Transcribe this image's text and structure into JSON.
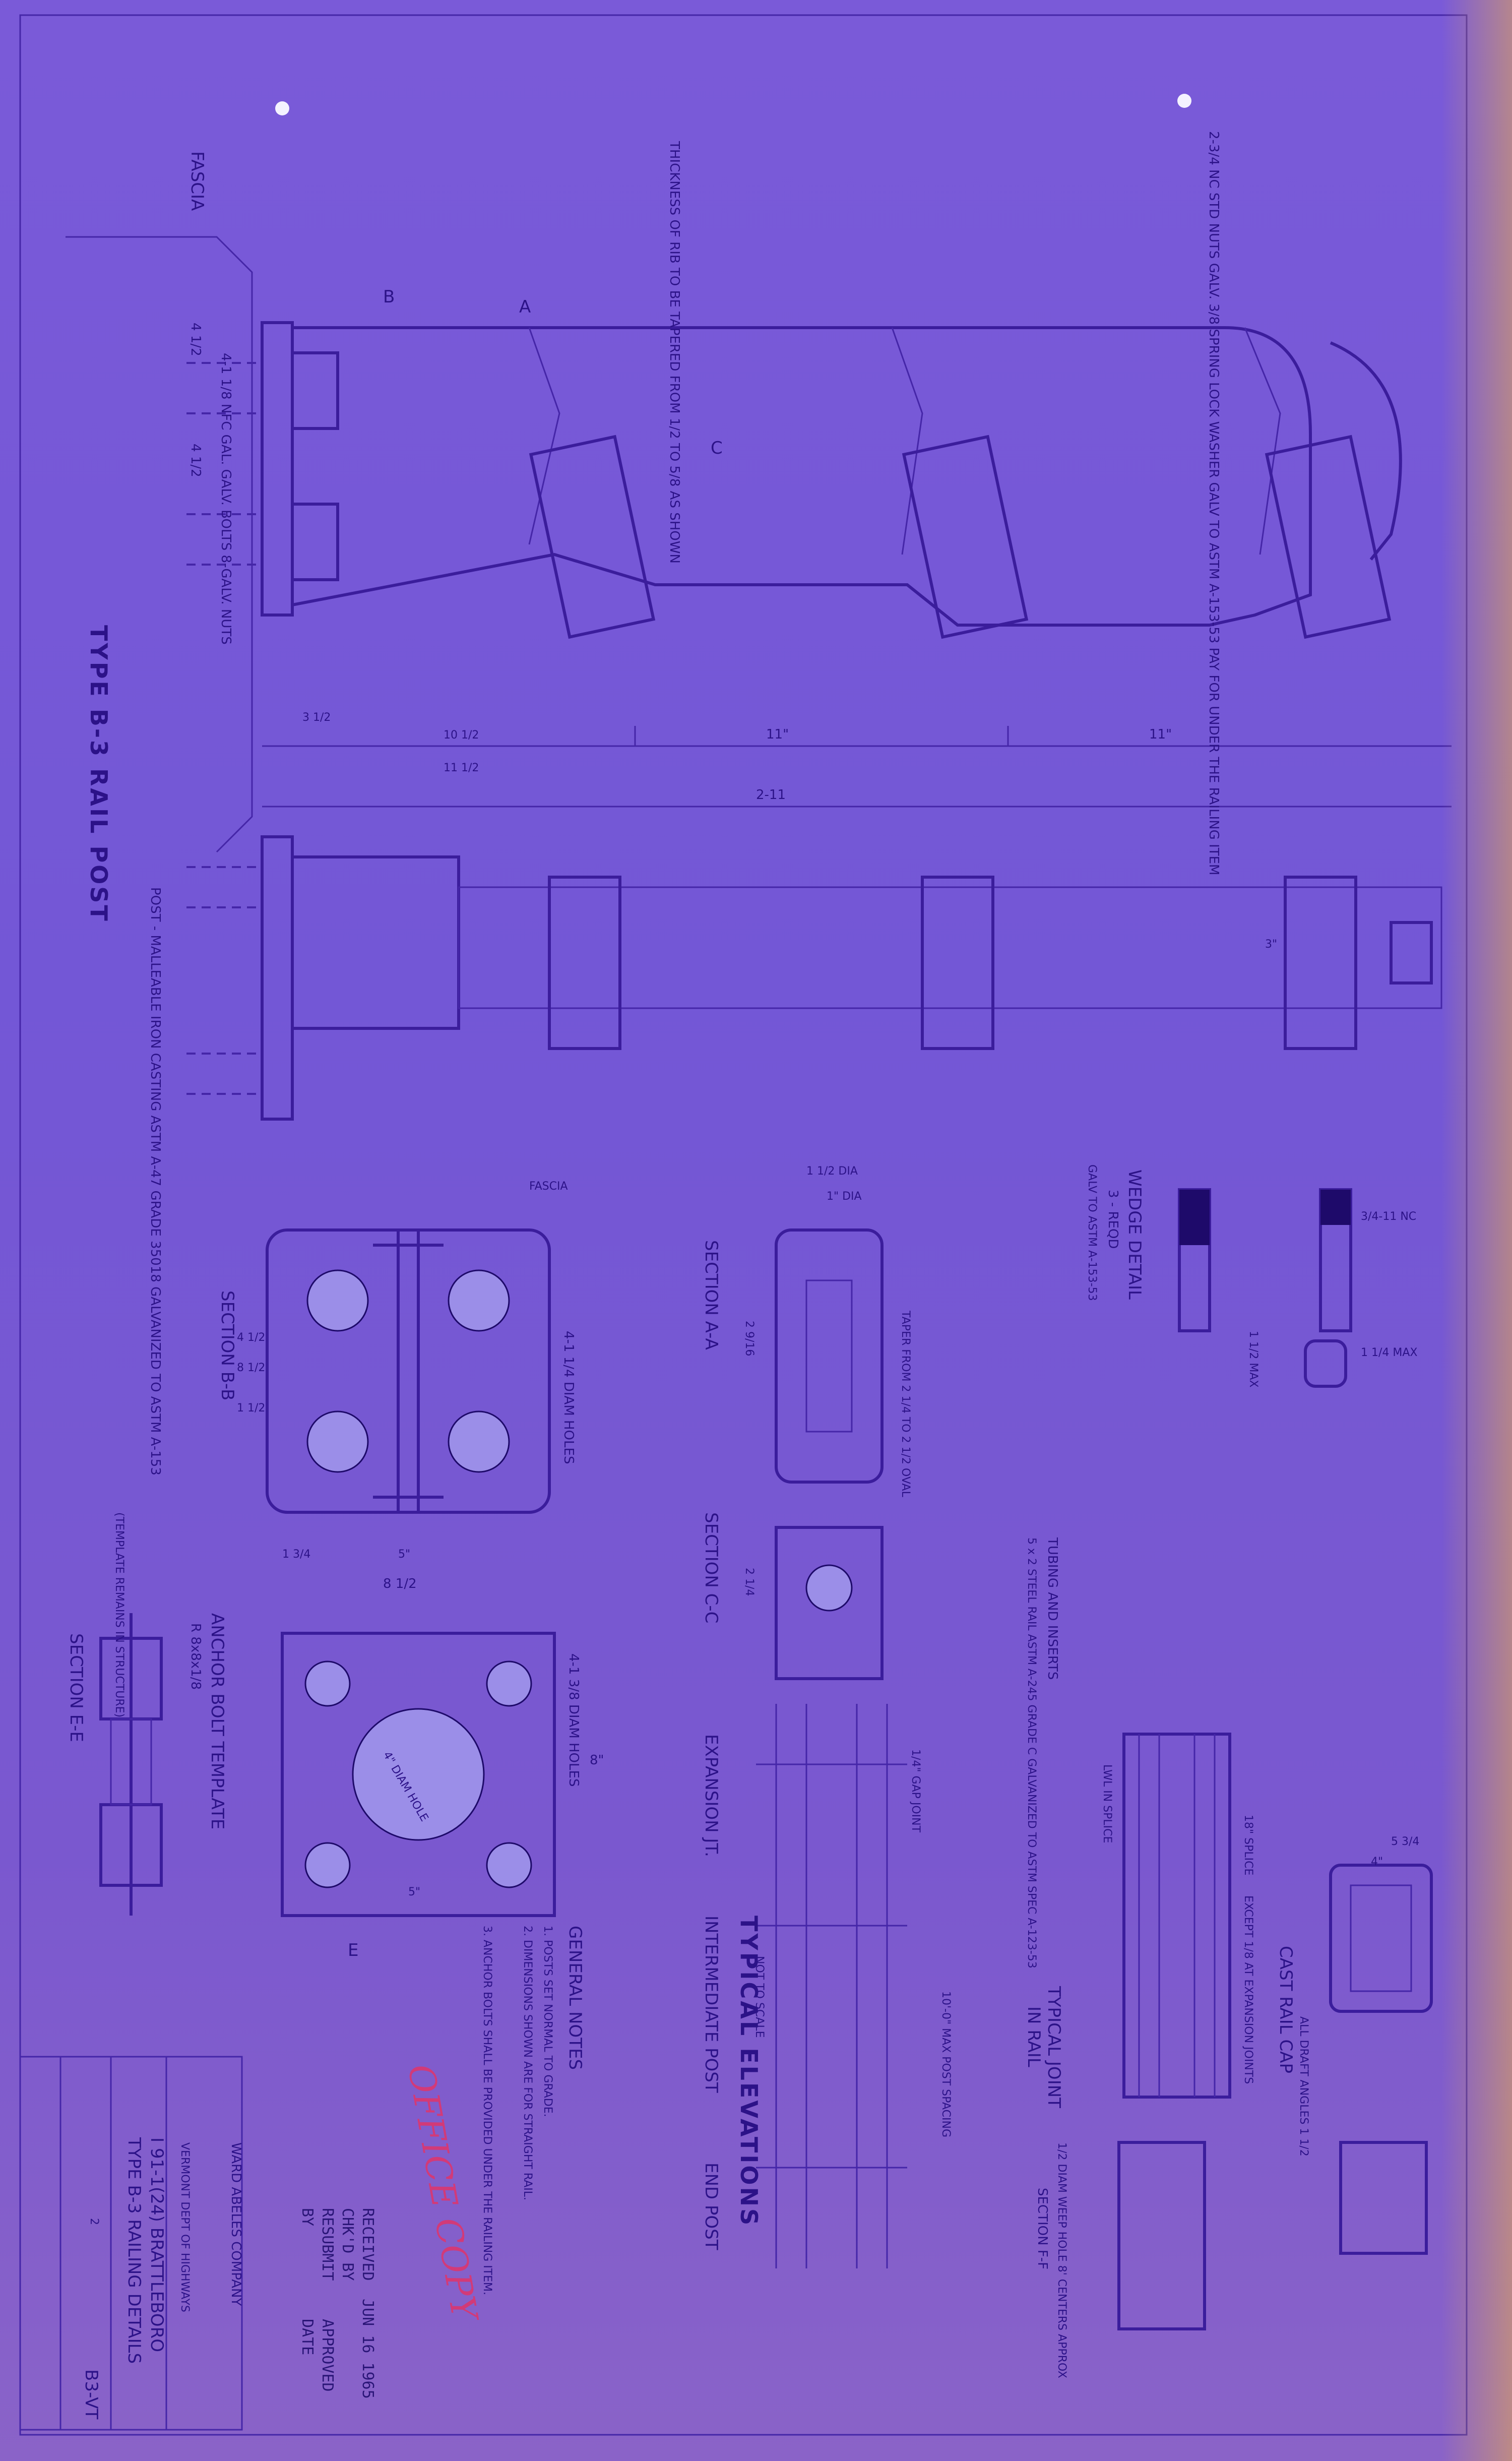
{
  "post_view": {
    "title": "TYPE B-3 RAIL POST",
    "fascia": "FASCIA",
    "anchor_bolts": "4-1 1/8 NFC GAL. GALV. BOLTS 8-GALV. NUTS",
    "dim_a": "4 1/2",
    "dim_b": "4 1/2",
    "rib_note": "THICKNESS OF RIB TO BE TAPERED FROM 1/2 TO 5/8 AS SHOWN",
    "nut_note": "2-3/4 NC STD NUTS GALV. 3/8 SPRING LOCK WASHER GALV TO ASTM A-153-53 PAY FOR UNDER THE RAILING ITEM",
    "overall": "2-11",
    "span1": "11\"",
    "span2": "11\"",
    "dim_10": "10 1/2",
    "dim_11": "11 1/2",
    "dim_35": "3 1/2",
    "sec_a": "A",
    "sec_b": "B",
    "sec_c": "C"
  },
  "elevation": {
    "note": "POST - MALLEABLE IRON CASTING ASTM A-47 GRADE 35018 GALVANIZED TO ASTM A-153",
    "dim_3": "3\""
  },
  "section_bb": {
    "title": "SECTION B-B",
    "holes": "4-1 1/4 DIAM HOLES",
    "fascia": "FASCIA",
    "w_total": "8 1/2",
    "w_mid": "5\"",
    "w_edge": "1 3/4",
    "h_total": "8 1/2",
    "h_a": "4 1/2",
    "h_b": "1 1/2"
  },
  "section_aa": {
    "title": "SECTION A-A",
    "dia1": "1 1/2 DIA",
    "dia2": "1\" DIA",
    "taper": "TAPER FROM 2 1/4 TO 2 1/2 OVAL",
    "dim": "2 9/16"
  },
  "section_cc": {
    "title": "SECTION C-C",
    "dim": "2 1/4"
  },
  "wedge": {
    "title": "WEDGE DETAIL",
    "qty": "3 - REQD",
    "spec": "GALV TO ASTM A-153-53",
    "nc": "3/4-11 NC",
    "max1": "1 1/2 MAX",
    "max2": "1 1/4 MAX"
  },
  "anchor_template": {
    "title": "ANCHOR BOLT TEMPLATE",
    "plate": "R 8x8x1/8",
    "holes": "4-1 3/8 DIAM HOLES",
    "center": "4\" DIAM HOLE",
    "w": "8\"",
    "mid": "5\"",
    "e": "E"
  },
  "section_ee": {
    "title": "SECTION E-E",
    "note": "(TEMPLATE REMAINS IN STRUCTURE)"
  },
  "tubing": {
    "title": "TUBING AND INSERTS",
    "spec": "5 x 2 STEEL RAIL ASTM A-245 GRADE C GALVANIZED TO ASTM SPEC A-123-53"
  },
  "typical_joint": {
    "title": "TYPICAL JOINT",
    "sub": "IN RAIL",
    "splice": "LWL IN SPLICE",
    "note": "EXCEPT 1/8 AT EXPANSION JOINTS",
    "splice2": "18\" SPLICE"
  },
  "cast_cap": {
    "title": "CAST RAIL CAP",
    "w": "5 3/4",
    "h": "4\"",
    "note": "ALL DRAFT ANGLES 1 1/2"
  },
  "section_ff": {
    "title": "SECTION F-F",
    "note": "1/2 DIAM WEEP HOLE 8' CENTERS APPROX"
  },
  "elevations": {
    "title": "TYPICAL ELEVATIONS",
    "scale": "NOT TO SCALE",
    "exp": "EXPANSION JT.",
    "int": "INTERMEDIATE POST",
    "end": "END POST",
    "spacing": "10'-0\" MAX POST SPACING",
    "gap": "1/4\" GAP JOINT"
  },
  "notes": {
    "title": "GENERAL NOTES",
    "n1": "1. POSTS SET NORMAL TO GRADE.",
    "n2": "2. DIMENSIONS SHOWN ARE FOR STRAIGHT RAIL.",
    "n3": "3. ANCHOR BOLTS SHALL BE PROVIDED UNDER THE RAILING ITEM."
  },
  "title_block": {
    "firm": "WARD ABELES COMPANY",
    "dept": "VERMONT DEPT OF HIGHWAYS",
    "project": "I 91-1(24) BRATTLEBORO",
    "drawing": "TYPE B-3 RAILING DETAILS",
    "sheet_no": "B3-VT",
    "rev": "2"
  },
  "stamp": {
    "received": "RECEIVED",
    "date": "JUN 16 1965",
    "chkd": "CHK'D BY",
    "apprv": "APPROVED",
    "resub": "RESUBMIT",
    "by": "BY",
    "dated": "DATE"
  },
  "office_copy": "OFFICE COPY"
}
